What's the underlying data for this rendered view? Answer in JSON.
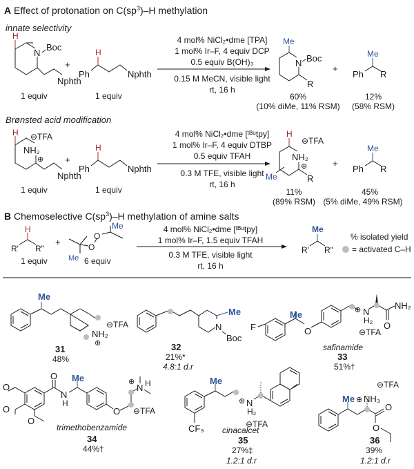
{
  "section_a": {
    "letter": "A",
    "title": "Effect of protonation on C(sp",
    "title_sup": "3",
    "title_end": ")–H methylation",
    "row1": {
      "label": "innate selectivity",
      "reactant1": {
        "substituent": "Boc",
        "n": "N",
        "h": "H",
        "chain": "Nphth",
        "equiv": "1 equiv"
      },
      "reactant2": {
        "ph": "Ph",
        "h": "H",
        "chain": "Nphth",
        "equiv": "1 equiv"
      },
      "plus": "+",
      "conditions_above": [
        "4 mol% NiCl₂•dme [TPA]",
        "1 mol% Ir–F, 4 equiv DCP",
        "0.5 equiv B(OH)₃"
      ],
      "conditions_below": [
        "0.15 M MeCN, visible light",
        "rt, 16 h"
      ],
      "product1": {
        "me": "Me",
        "n": "N",
        "boc": "Boc",
        "r": "R",
        "yield": "60%",
        "note": "(10% diMe, 11% RSM)"
      },
      "product2": {
        "me": "Me",
        "ph": "Ph",
        "r": "R",
        "yield": "12%",
        "note": "(58% RSM)"
      }
    },
    "row2": {
      "label": "Brønsted acid modification",
      "reactant1": {
        "h": "H",
        "counterion": "⊖TFA",
        "nh2": "NH₂",
        "plus_charge": "⊕",
        "chain": "Nphth",
        "equiv": "1 equiv"
      },
      "reactant2": {
        "ph": "Ph",
        "h": "H",
        "chain": "Nphth",
        "equiv": "1 equiv"
      },
      "plus": "+",
      "conditions_above": [
        "4 mol% NiCl₂•dme [ᵗᴮᵘtpy]",
        "1 mol% Ir–F, 4 equiv DTBP",
        "0.5 equiv TFAH"
      ],
      "conditions_below": [
        "0.3 M TFE, visible light",
        "rt, 16 h"
      ],
      "product1": {
        "h": "H",
        "counterion": "⊖TFA",
        "nh2": "NH₂",
        "plus_charge": "⊕",
        "me": "Me",
        "r": "R",
        "yield": "11%",
        "note": "(89% RSM)"
      },
      "product2": {
        "me": "Me",
        "ph": "Ph",
        "r": "R",
        "yield": "45%",
        "note": "(5% diMe, 49% RSM)"
      }
    }
  },
  "section_b": {
    "letter": "B",
    "title": "Chemoselective C(sp",
    "title_sup": "3",
    "title_end": ")–H methylation of amine salts",
    "reactant1": {
      "h": "H",
      "r1": "R'",
      "r2": "R\"",
      "equiv": "1 equiv"
    },
    "reactant2": {
      "o1": "O",
      "o2": "O",
      "me1": "Me",
      "me2": "Me",
      "equiv": "6 equiv"
    },
    "plus": "+",
    "conditions_above": [
      "4 mol% NiCl₂•dme [ᵗᴮᵘtpy]",
      "1 mol% Ir–F, 1.5 equiv TFAH"
    ],
    "conditions_below": [
      "0.3 M TFE, visible light",
      "rt, 16 h"
    ],
    "product": {
      "me": "Me",
      "r1": "R'",
      "r2": "R\""
    },
    "legend": {
      "line1": "% isolated yield",
      "line2": "= activated C–H"
    }
  },
  "compounds": [
    {
      "id": "31",
      "yield": "48%",
      "name": "",
      "dr": "",
      "labels": {
        "me": "Me",
        "counterion": "⊖TFA",
        "nh2": "NH₂",
        "charge": "⊕"
      }
    },
    {
      "id": "32",
      "yield": "21%*",
      "name": "",
      "dr": "4.8:1 d.r",
      "labels": {
        "me": "Me",
        "n": "N",
        "boc": "Boc"
      }
    },
    {
      "id": "33",
      "yield": "51%†",
      "name": "safinamide",
      "dr": "",
      "labels": {
        "f": "F",
        "me": "Me",
        "o": "O",
        "n": "N",
        "h2": "H₂",
        "charge": "⊕",
        "counterion": "⊖TFA",
        "o2": "O",
        "nh2": "NH₂"
      }
    },
    {
      "id": "34",
      "yield": "44%†",
      "name": "trimethobenzamide",
      "dr": "",
      "labels": {
        "o": "O",
        "n": "N",
        "h": "H",
        "me": "Me",
        "charge": "⊕",
        "counterion": "⊖TFA"
      }
    },
    {
      "id": "35",
      "yield": "27%‡",
      "name": "cinacalcet",
      "dr": "1.2:1 d.r",
      "labels": {
        "me": "Me",
        "cf3": "CF₃",
        "n": "N",
        "h2": "H₂",
        "charge": "⊕",
        "counterion": "⊖TFA"
      }
    },
    {
      "id": "36",
      "yield": "39%",
      "name": "",
      "dr": "1.2:1 d.r",
      "labels": {
        "me": "Me",
        "nh3": "NH₃",
        "charge": "⊕",
        "counterion": "⊖TFA",
        "o": "O"
      }
    }
  ],
  "colors": {
    "abstracted_h": "#a8252f",
    "methyl": "#2e5597",
    "activated_dot": "#bdbdbd",
    "divider": "#888888"
  }
}
